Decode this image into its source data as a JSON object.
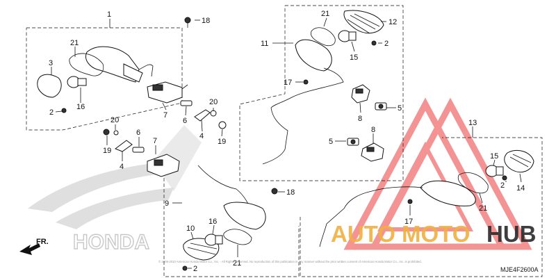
{
  "diagram_code": "MJE4F2600A",
  "front_marker": "FR.",
  "copyright_text": "© 2009-2010 American Honda Motor Co., Inc. - All Rights Reserved. No reproduction of this publication in any manner without the prior written consent of American Honda Motor Co., Inc. is prohibited.",
  "watermark": {
    "brand_part1": "AUTO",
    "brand_part2": "MOTO",
    "brand_part3": "HUB",
    "brand_color": "#f0b040",
    "dark_color": "#2a2a2a",
    "triangle_color": "#f07070",
    "honda_text": "HONDA"
  },
  "callouts": {
    "c1": "1",
    "c18a": "18",
    "c21a": "21",
    "c3": "3",
    "c16a": "16",
    "c2a": "2",
    "c7a": "7",
    "c6a": "6",
    "c20a": "20",
    "c4a": "4",
    "c19a": "19",
    "c20b": "20",
    "c19b": "19",
    "c6b": "6",
    "c7b": "7",
    "c4b": "4",
    "c21b": "21",
    "c12": "12",
    "c11": "11",
    "c2b": "2",
    "c15a": "15",
    "c17a": "17",
    "c8a": "8",
    "c5a": "5",
    "c5b": "5",
    "c8b": "8",
    "c13": "13",
    "c15b": "15",
    "c2c": "2",
    "c14": "14",
    "c21c": "21",
    "c17b": "17",
    "c9": "9",
    "c18b": "18",
    "c10": "10",
    "c16b": "16",
    "c21d": "21",
    "c2d": "2"
  }
}
